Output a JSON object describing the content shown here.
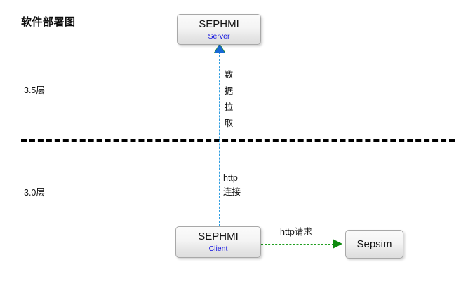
{
  "title": "软件部署图",
  "background_color": "#ffffff",
  "layers": [
    {
      "label": "3.5层"
    },
    {
      "label": "3.0层"
    }
  ],
  "separator": {
    "style": "dashed",
    "color": "#000000"
  },
  "nodes": [
    {
      "id": "sephmi-server",
      "title": "SEPHMI",
      "role": "Server",
      "role_color": "#1414e0"
    },
    {
      "id": "sephmi-client",
      "title": "SEPHMI",
      "role": "Client",
      "role_color": "#1414e0"
    },
    {
      "id": "sepsim",
      "title": "Sepsim",
      "role": "",
      "role_color": "#1414e0"
    }
  ],
  "connections": [
    {
      "id": "client-to-server",
      "from": "sephmi-client",
      "to": "sephmi-server",
      "color": "#2f9de0",
      "arrow_color": "#1769d6",
      "style": "dashed",
      "label_upper_chars": [
        "数",
        "据",
        "拉",
        "取"
      ],
      "label_lower_line1": "http",
      "label_lower_line2": "连接"
    },
    {
      "id": "client-to-sepsim",
      "from": "sephmi-client",
      "to": "sepsim",
      "color": "#1f9e1f",
      "arrow_color": "#0e8a0e",
      "style": "dashed",
      "label": "http请求"
    }
  ]
}
